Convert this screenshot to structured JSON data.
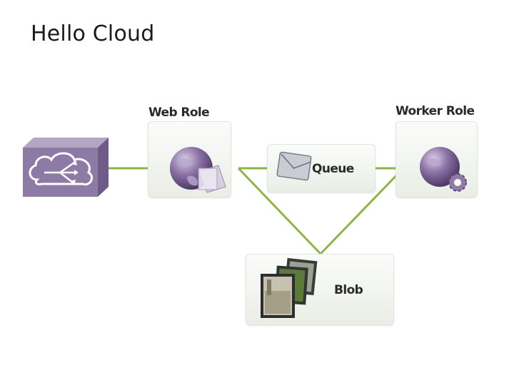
{
  "slide": {
    "title": "Hello Cloud"
  },
  "nodes": {
    "web_role": {
      "label": "Web Role"
    },
    "worker_role": {
      "label": "Worker Role"
    },
    "queue": {
      "label": "Queue"
    },
    "blob": {
      "label": "Blob"
    },
    "load_balancer": {
      "icon": "cloud-switch-icon"
    }
  },
  "colors": {
    "connector": "#8fb44c",
    "lb_purple": "#8d7aa5",
    "globe_purple": "#7a6394"
  }
}
